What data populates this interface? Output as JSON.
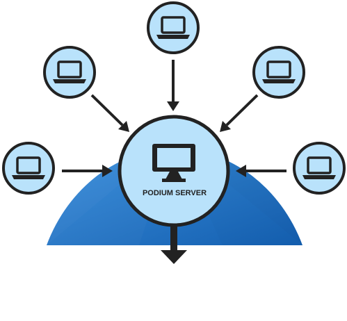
{
  "diagram": {
    "server": {
      "label": "PODIUM SERVER",
      "icon": "monitor-icon"
    },
    "clients": [
      {
        "name": "client-left",
        "icon": "laptop-icon"
      },
      {
        "name": "client-upper-left",
        "icon": "laptop-icon"
      },
      {
        "name": "client-top",
        "icon": "laptop-icon"
      },
      {
        "name": "client-upper-right",
        "icon": "laptop-icon"
      },
      {
        "name": "client-right",
        "icon": "laptop-icon"
      }
    ],
    "colors": {
      "dome": "#1f72c8",
      "dome_highlight": "#3a8fdc",
      "node_fill": "#b9e2fb",
      "outline": "#222222"
    }
  }
}
